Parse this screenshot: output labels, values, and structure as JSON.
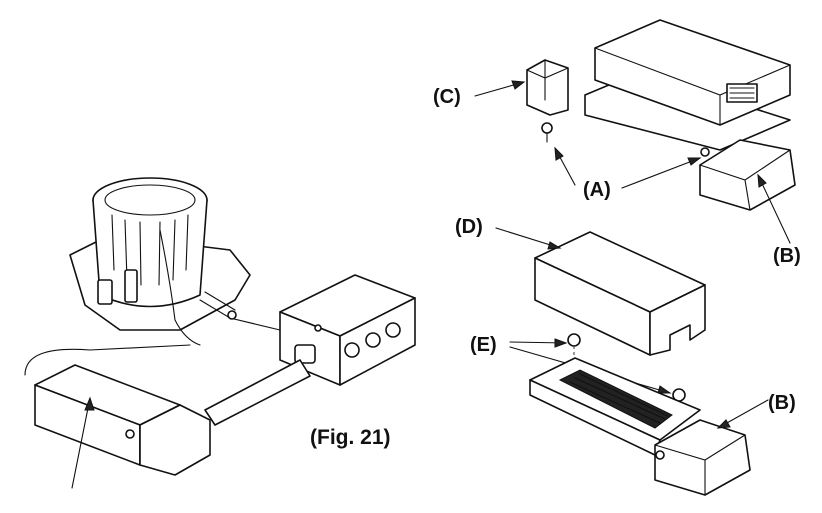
{
  "figure": {
    "caption": "(Fig. 21)"
  },
  "callouts": {
    "a": "(A)",
    "b_top": "(B)",
    "b_bottom": "(B)",
    "c": "(C)",
    "d": "(D)",
    "e": "(E)"
  },
  "colors": {
    "line": "#111111",
    "background": "#ffffff",
    "panel_shade": "#e8e8e8"
  }
}
